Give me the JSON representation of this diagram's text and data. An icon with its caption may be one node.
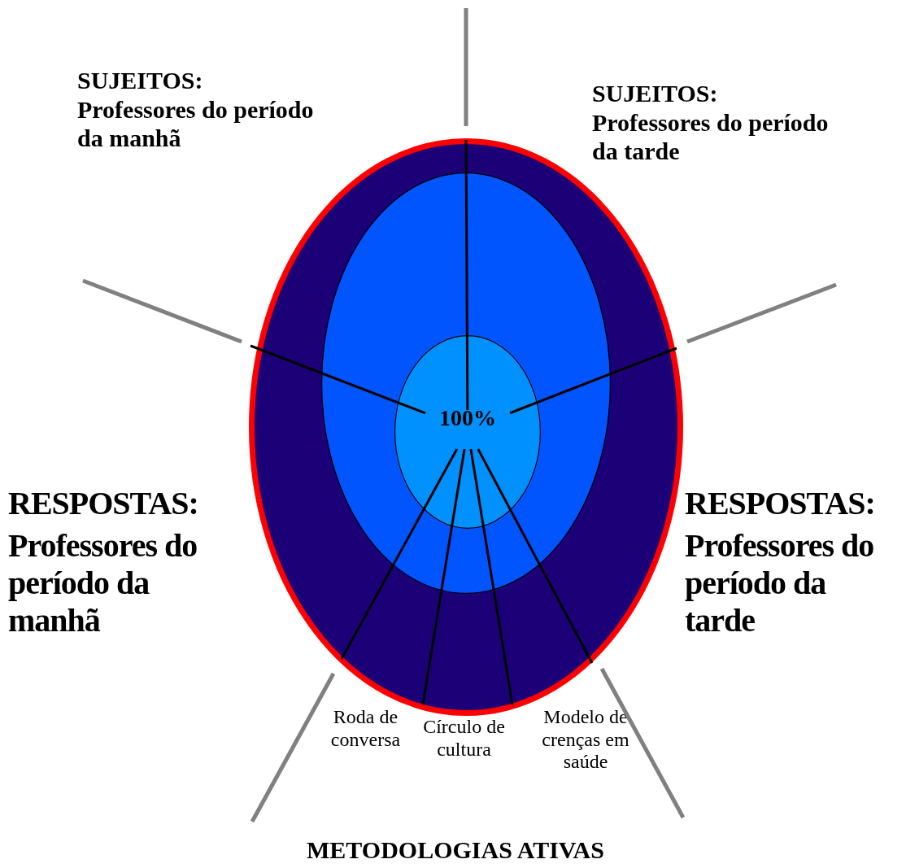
{
  "diagram": {
    "nodes": [
      {
        "text": [],
        "shape": "ellipse"
      },
      {
        "text": [],
        "shape": "ellipse",
        "in": 0
      },
      {
        "text": [
          "100%"
        ],
        "in": 1
      }
    ],
    "labels": [
      "SUJEITOS:",
      "Professores do período da manhã",
      "SUJEITOS:",
      "Professores do período da tarde",
      "RESPOSTAS:",
      "Professores do período da manhã",
      "RESPOSTAS:",
      "Professores do período da tarde",
      "Roda de conversa",
      "Círculo de cultura",
      "Modelo de crenças em saúde",
      "METODOLOGIAS ATIVAS"
    ]
  }
}
